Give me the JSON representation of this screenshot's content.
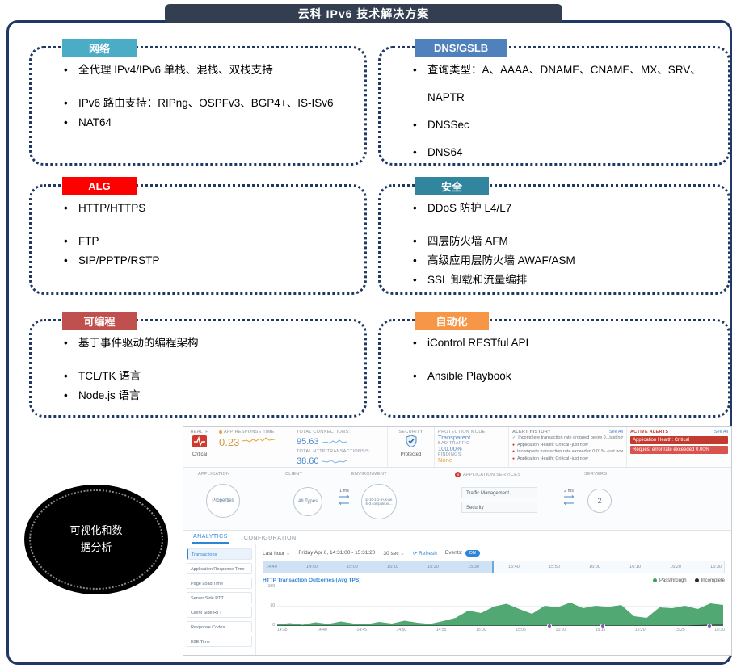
{
  "slide": {
    "title": "云科 IPv6 技术解决方案",
    "title_bg": "#333f50",
    "border_color": "#1f3864"
  },
  "feature_boxes": [
    {
      "label": "网络",
      "color": "#4bacc6",
      "bullets": [
        "全代理 IPv4/IPv6 单栈、混栈、双栈支持",
        "IPv6 路由支持：RIPng、OSPFv3、BGP4+、IS-ISv6",
        "NAT64"
      ]
    },
    {
      "label": "DNS/GSLB",
      "color": "#4f81bd",
      "bullets": [
        "查询类型：A、AAAA、DNAME、CNAME、MX、SRV、NAPTR",
        "DNSSec",
        "DNS64"
      ]
    },
    {
      "label": "ALG",
      "color": "#ff0000",
      "bullets": [
        "HTTP/HTTPS",
        "FTP",
        "SIP/PPTP/RSTP"
      ]
    },
    {
      "label": "安全",
      "color": "#31859c",
      "bullets": [
        "DDoS 防护 L4/L7",
        "四层防火墙 AFM",
        "高级应用层防火墙 AWAF/ASM",
        "SSL 卸载和流量编排"
      ]
    },
    {
      "label": "可编程",
      "color": "#c0504d",
      "bullets": [
        "基于事件驱动的编程架构",
        "TCL/TK 语言",
        "Node.js 语言"
      ]
    },
    {
      "label": "自动化",
      "color": "#f79646",
      "bullets": [
        "iControl RESTful API",
        "Ansible Playbook"
      ]
    }
  ],
  "visualization": {
    "label": "可视化和数据分析"
  },
  "dashboard": {
    "stats": {
      "health_label": "HEALTH",
      "health_status": "Critical",
      "app_response_time_label": "APP RESPONSE TIME",
      "app_response_time_value": "0.23",
      "total_connections_label": "TOTAL CONNECTIONS:",
      "total_connections_value": "95.63",
      "total_http_label": "TOTAL HTTP TRANSACTIONS/S",
      "total_http_value": "38.60",
      "security_label": "SECURITY",
      "security_status": "Protected",
      "protection_mode_label": "PROTECTION MODE",
      "protection_mode_value": "Transparent",
      "bad_traffic_label": "BAD TRAFFIC",
      "bad_traffic_value": "100.00%",
      "findings_label": "FINDINGS",
      "findings_value": "None"
    },
    "alert_history": {
      "title": "ALERT HISTORY",
      "see_all": "See All",
      "items": [
        "Incomplete transaction rate dropped below 0...just now",
        "Application Health: Critical -just now",
        "Incomplete transaction rate exceeded 0.01% -just now",
        "Application Health: Critical -just now"
      ]
    },
    "active_alerts": {
      "title": "ACTIVE ALERTS",
      "see_all": "See All",
      "banner_color": "#c23b2e",
      "items": [
        "Application Health: Critical",
        "Request error rate exceeded 0.00%"
      ]
    },
    "topology": {
      "col_application": "APPLICATION",
      "col_client": "CLIENT",
      "col_environment": "ENVIRONMENT",
      "col_services": "APPLICATION SERVICES",
      "col_servers": "SERVERS",
      "application_node": "Properties",
      "client_node": "All Types",
      "client_latency": "1 ms",
      "environment_node": "ip-10-1-1-8-us-west-2.compute.int...",
      "services": [
        "Traffic Management",
        "Security"
      ],
      "server_latency": "2 ms",
      "servers_count": "2"
    },
    "tabs": {
      "analytics": "ANALYTICS",
      "configuration": "CONFIGURATION"
    },
    "sidebar": [
      "Transactions",
      "Application Response Time",
      "Page Load Time",
      "Server Side RTT",
      "Client Side RTT",
      "Response Codes",
      "E2E Time"
    ],
    "toolbar": {
      "range": "Last hour",
      "date_range": "Friday Apr 6, 14:31:00 - 15:31:20",
      "interval": "30 sec",
      "refresh": "Refresh",
      "events_label": "Events:",
      "events_state": "ON"
    },
    "timeline_ticks": [
      "14:40",
      "14:50",
      "15:00",
      "15:10",
      "15:20",
      "15:30",
      "15:40",
      "15:50",
      "16:00",
      "16:10",
      "16:20",
      "16:30"
    ]
  },
  "chart_data": {
    "type": "area",
    "title": "HTTP Transaction Outcomes (Avg TPS)",
    "x_ticks": [
      "14:35",
      "14:40",
      "14:45",
      "14:50",
      "14:55",
      "15:00",
      "15:05",
      "15:10",
      "15:15",
      "15:20",
      "15:25",
      "15:30"
    ],
    "ylim": [
      0,
      100
    ],
    "y_tick_labels": [
      "100",
      "50",
      "0"
    ],
    "legend_position": "top-right",
    "event_marker_fracs": [
      0.61,
      0.73,
      0.97
    ],
    "series": [
      {
        "name": "Passthrough",
        "color": "#3e9e63",
        "values": [
          4,
          7,
          3,
          9,
          5,
          11,
          6,
          4,
          10,
          6,
          13,
          8,
          5,
          12,
          20,
          38,
          32,
          48,
          55,
          42,
          30,
          50,
          46,
          58,
          44,
          50,
          47,
          52,
          24,
          20,
          46,
          44,
          50,
          42,
          56,
          52
        ]
      },
      {
        "name": "Incomplete",
        "color": "#2b2b2b",
        "values": [
          0,
          0,
          0,
          0,
          0,
          0,
          0,
          0,
          0,
          0,
          0,
          0,
          0,
          0,
          0,
          0,
          0,
          0,
          0,
          0,
          0,
          0,
          0,
          0,
          0,
          0,
          0,
          0,
          0,
          0,
          0,
          0,
          0,
          1,
          2,
          2
        ]
      }
    ]
  }
}
